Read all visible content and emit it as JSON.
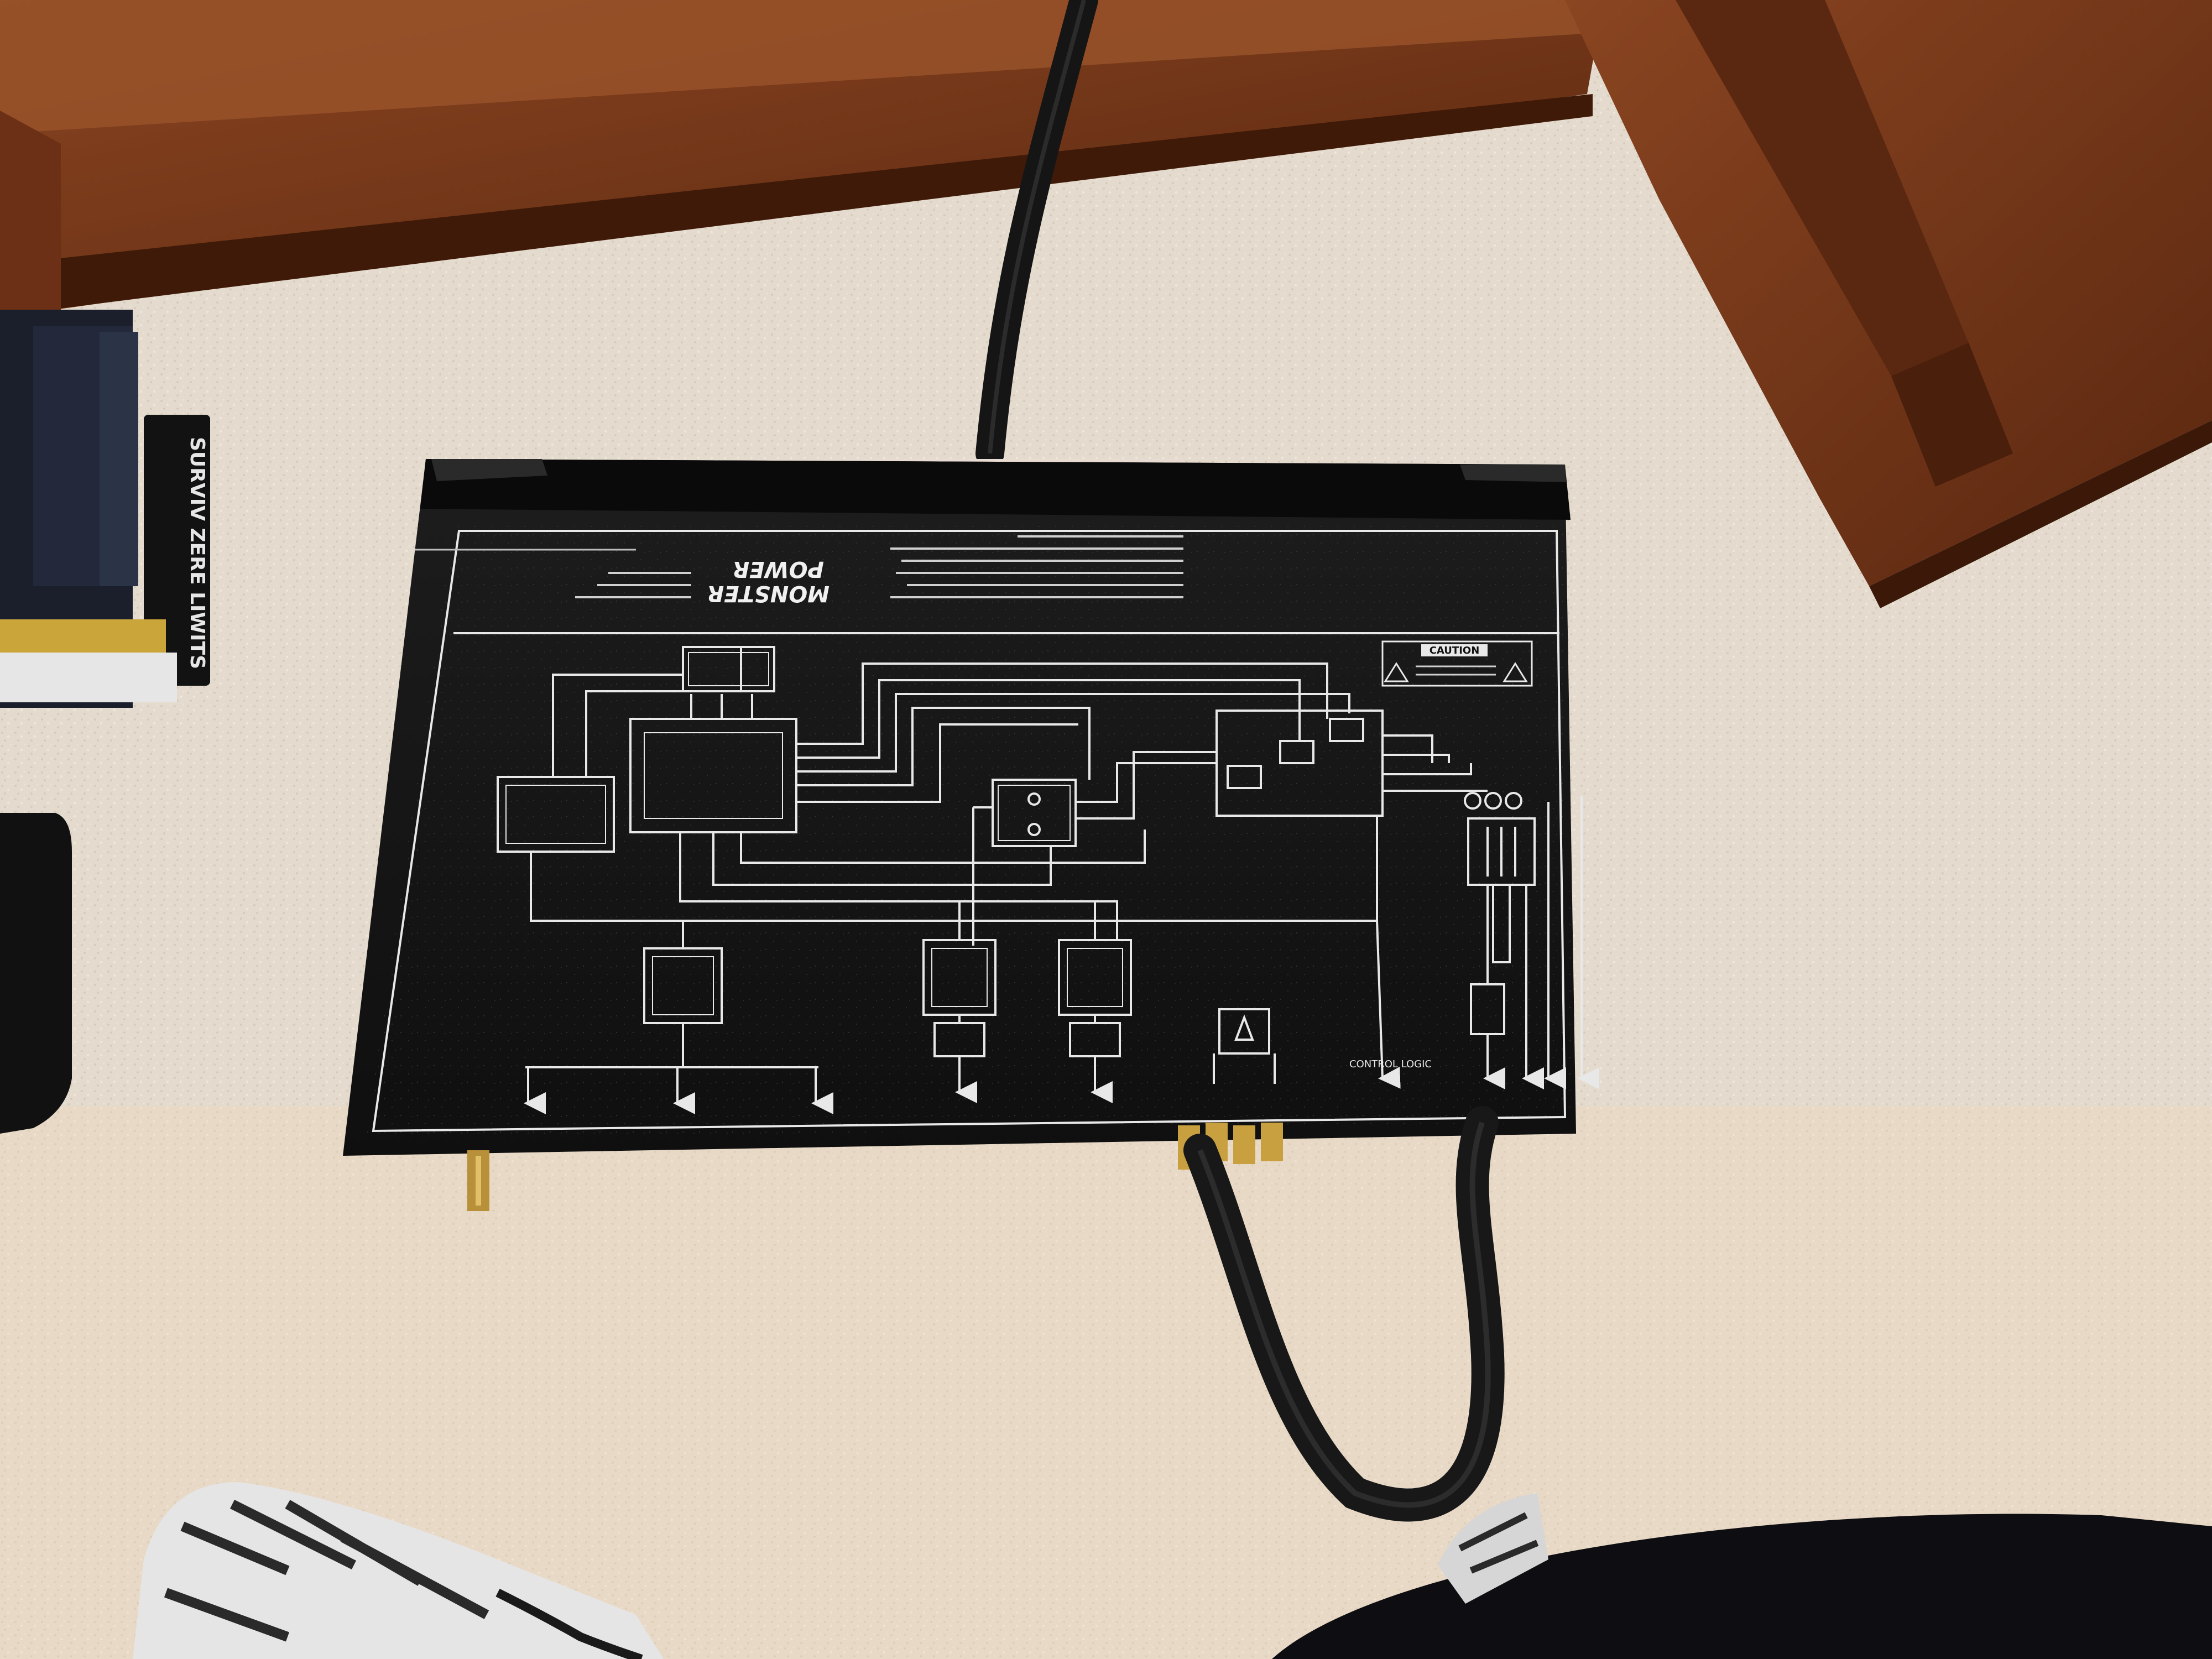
{
  "image": {
    "colors": {
      "carpet": "#e6ddd0",
      "carpet_shadow": "#cfc3b2",
      "wood": "#7a3a1c",
      "wood_dark": "#4e200c",
      "device_body": "#141414",
      "device_top": "#1c1c1c",
      "panel_line": "#e8e8e8",
      "cable": "#1a1a1a",
      "gold": "#c8a040",
      "sneaker": "#d9d9d9",
      "pants": "#0d0d12"
    }
  },
  "device": {
    "brand_line1": "MONSTER",
    "brand_line2": "POWER",
    "caution_label": "CAUTION",
    "control_logic_label": "CONTROL LOGIC",
    "books_spine_text": "SURVIV ZERE LIWITS",
    "icons": [
      "warning-triangle-icon",
      "warning-triangle-icon"
    ]
  }
}
